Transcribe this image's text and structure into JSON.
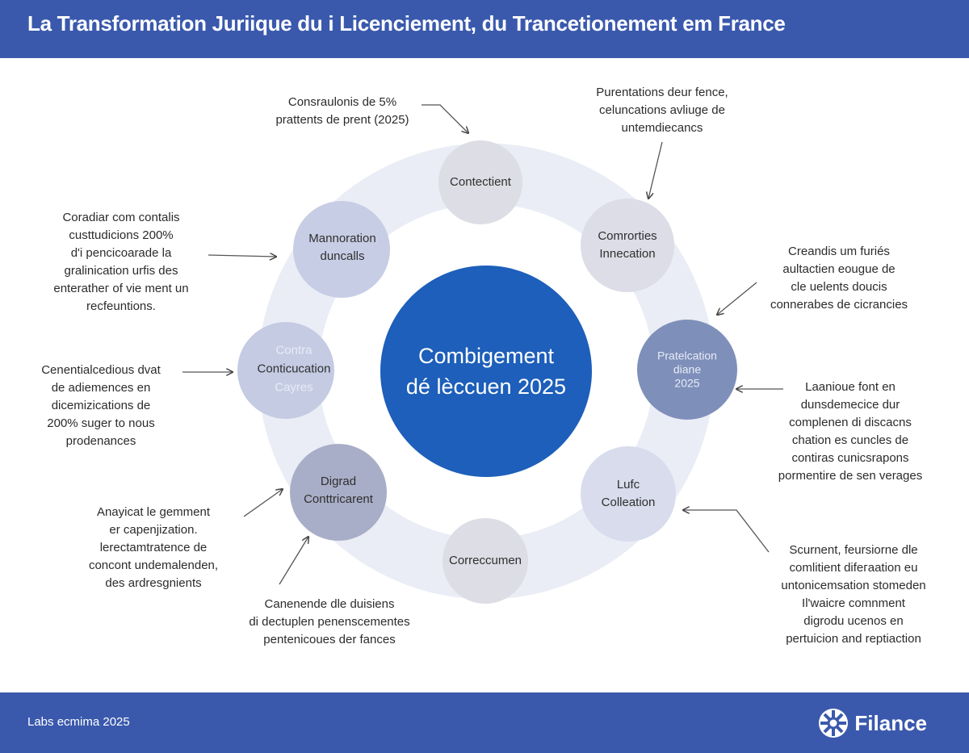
{
  "header": {
    "title": "La Transformation Juriique du i Licenciement, du Trancetionement em France"
  },
  "hub": {
    "line1": "Combigement",
    "line2": "dé lèccuen 2025"
  },
  "nodes": {
    "top": [
      "Contectient"
    ],
    "top_right": [
      "Comrorties",
      "Innecation"
    ],
    "right": [
      "Pratelcation",
      "diane",
      "2025"
    ],
    "bottom_right": [
      "Lufc",
      "Colleation"
    ],
    "bottom": [
      "Correccumen"
    ],
    "bottom_left": [
      "Digrad",
      "Conttricarent"
    ],
    "left": [
      "Contra",
      "Conticucation",
      "Cayres"
    ],
    "top_left": [
      "Mannoration",
      "duncalls"
    ]
  },
  "annotations": {
    "top_center": [
      "Consraulonis de 5%",
      "prattents de prent (2025)"
    ],
    "top_right": [
      "Purentations deur fence,",
      "celuncations avliuge de",
      "untemdiecancs"
    ],
    "left_upper": [
      "Coradiar com contalis",
      "custtudicions 200%",
      "d'i pencicoarade la",
      "gralinication urfis des",
      "enteratheг of vie ment un",
      "recfeuntions."
    ],
    "left_middle": [
      "Cenentialcedious dvat",
      "de adiemences en",
      "dicemizications de",
      "200% suger to nous",
      "prodenances"
    ],
    "left_lower": [
      "Anayicat le gemment",
      "er capenjization.",
      "lerectamtratence de",
      "concont undemalenden,",
      "des ardresgnients"
    ],
    "bottom_center": [
      "Canenende dle duisiens",
      "di dectuplen penenscementes",
      "pentenicoues der fances"
    ],
    "right_upper": [
      "Creandis um furiés",
      "aultactien eougue de",
      "cle uelents doucis",
      "connerabes de cicrancies"
    ],
    "right_middle": [
      "Laanioue font en",
      "dunsdemecice dur",
      "complenen di discacns",
      "chation es cuncles de",
      "contiras cunicsrapons",
      "pormentire de sen verages"
    ],
    "right_lower": [
      "Scurnent, feursiorne dle",
      "comlitient difeгaation eu",
      "untonicemsation stomeden",
      "Il'waicre comnment",
      "digrodu ucenos en",
      "pertuicion and reptiaction"
    ]
  },
  "footer": {
    "text": "Labs ecmima 2025",
    "brand": "Filance"
  },
  "colors": {
    "header": "#3a59ad",
    "hub": "#1d5fba",
    "ring": "#eaedf5",
    "node_light": "#dcdde5"
  }
}
